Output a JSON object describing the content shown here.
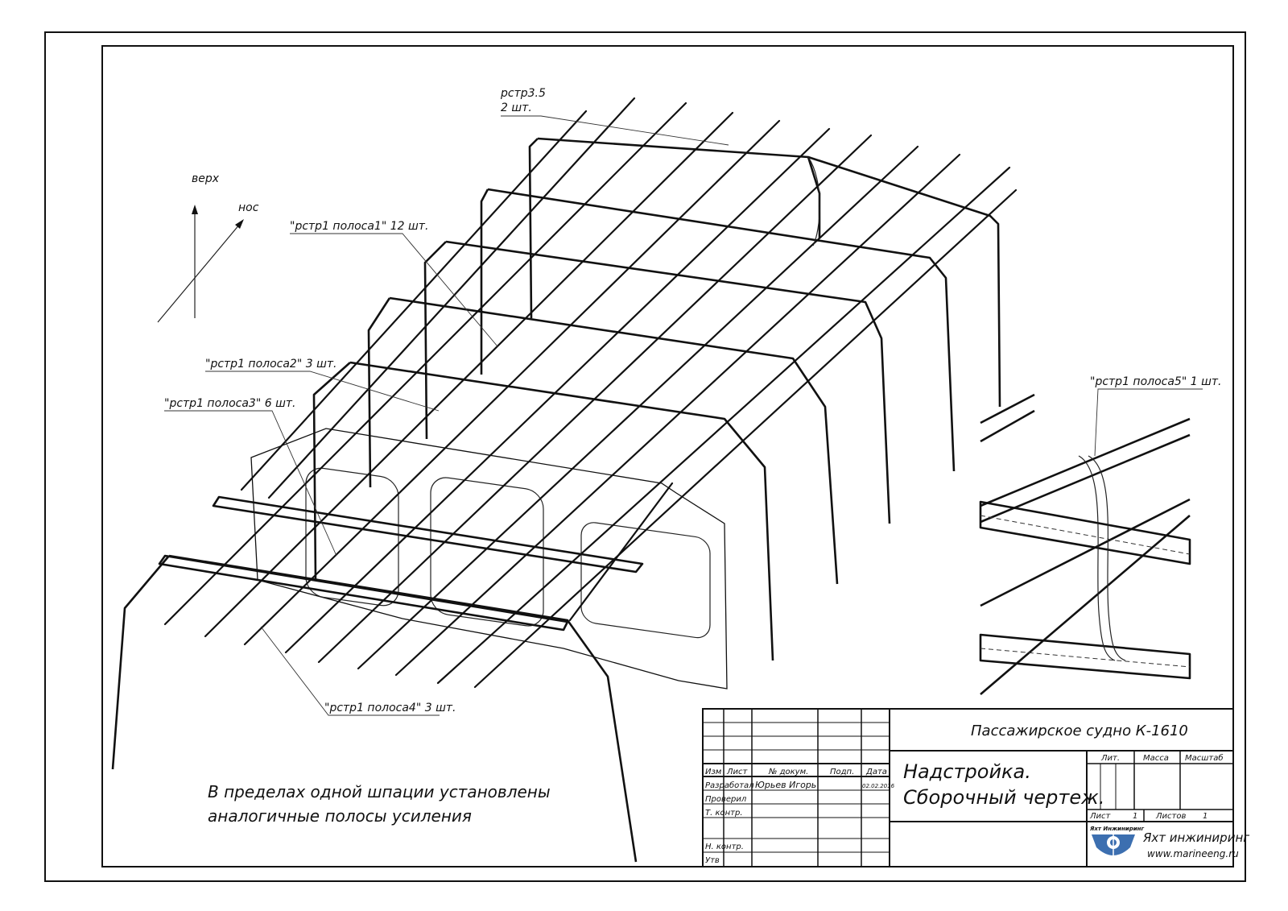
{
  "axes": {
    "up_label": "верх",
    "bow_label": "нос"
  },
  "callouts": {
    "c1": "рстр3.5",
    "c1_qty": "2 шт.",
    "c2": "\"рстр1 полоса1\" 12 шт.",
    "c3": "\"рстр1 полоса2\" 3 шт.",
    "c4": "\"рстр1 полоса3\" 6 шт.",
    "c5": "\"рстр1 полоса4\" 3 шт.",
    "c6": "\"рстр1 полоса5\" 1 шт."
  },
  "note": {
    "line1": "В пределах одной шпации установлены",
    "line2": "аналогичные полосы усиления"
  },
  "title_block": {
    "project": "Пассажирское судно К-1610",
    "title_line1": "Надстройка.",
    "title_line2": "Сборочный чертеж.",
    "col_izm": "Изм",
    "col_list": "Лист",
    "col_docnum": "№ докум.",
    "col_sign": "Подп.",
    "col_date": "Дата",
    "row_developed": "Разработал",
    "developer": "Юрьев Игорь",
    "date": "02.02.2016",
    "row_checked": "Проверил",
    "row_tcontrol": "Т. контр.",
    "row_ncontrol": "Н. контр.",
    "row_approved": "Утв",
    "lit": "Лит.",
    "mass": "Масса",
    "scale": "Масштаб",
    "sheet": "Лист",
    "sheet_no": "1",
    "sheets": "Листов",
    "sheets_no": "1",
    "company_logo_text": "Яхт Инжиниринг",
    "company": "Яхт инжиниринг",
    "website": "www.marineeng.ru"
  },
  "colors": {
    "ink": "#111111",
    "paper": "#ffffff",
    "logo_blue": "#3c6fb0"
  }
}
